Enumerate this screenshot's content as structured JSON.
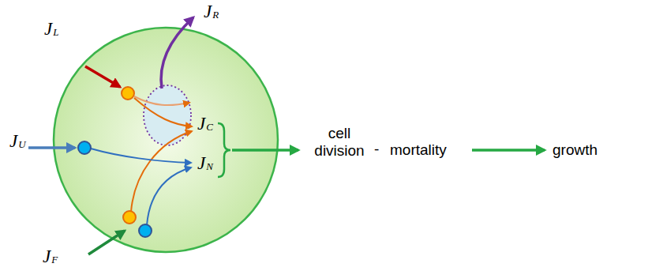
{
  "diagram": {
    "labels": [
      "JL",
      "JU",
      "JF",
      "JR",
      "JC",
      "JN",
      "cell division",
      "-",
      "mortality",
      "growth"
    ]
  }
}
